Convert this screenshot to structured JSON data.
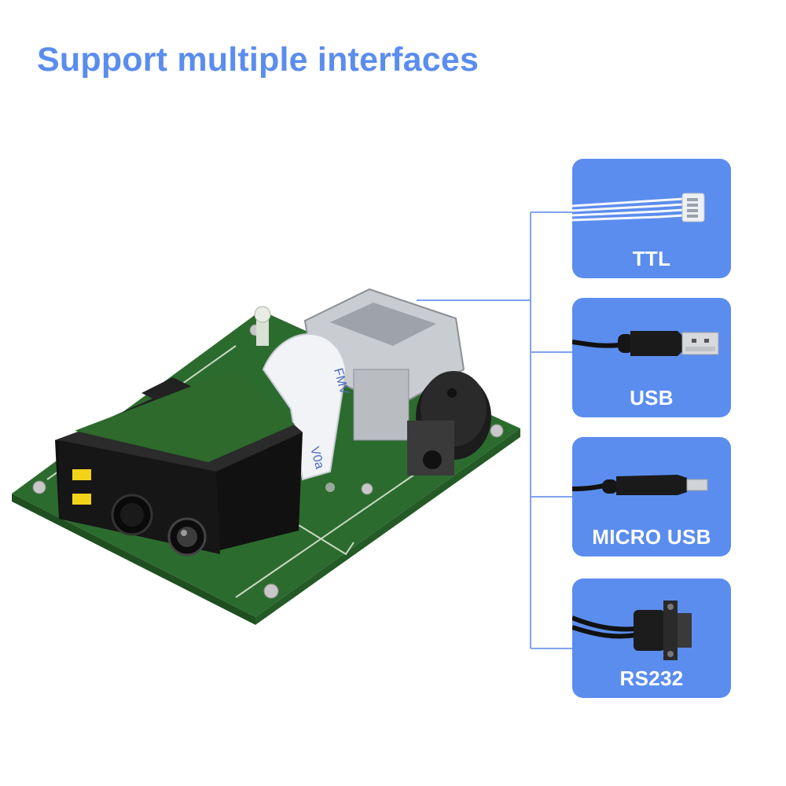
{
  "headline": "Support multiple interfaces",
  "colors": {
    "accent": "#5b8dee",
    "card": "#5b8dee",
    "line": "#7ea4ee",
    "pcb": "#2f6b2f",
    "text_on_card": "#ffffff"
  },
  "interfaces": [
    {
      "label": "TTL",
      "icon": "ttl-4pin-cable-icon"
    },
    {
      "label": "USB",
      "icon": "usb-a-cable-icon"
    },
    {
      "label": "MICRO USB",
      "icon": "micro-usb-cable-icon"
    },
    {
      "label": "RS232",
      "icon": "rs232-db9-cable-icon"
    }
  ]
}
